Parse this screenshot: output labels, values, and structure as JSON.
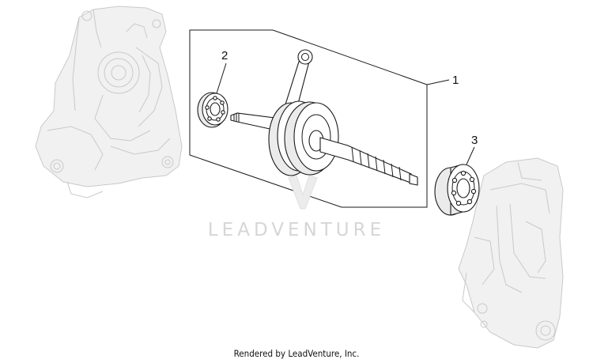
{
  "diagram": {
    "callouts": [
      {
        "id": "1",
        "label": "1"
      },
      {
        "id": "2",
        "label": "2"
      },
      {
        "id": "3",
        "label": "3"
      }
    ],
    "watermark": "LEADVENTURE",
    "footer": "Rendered by LeadVenture, Inc."
  }
}
